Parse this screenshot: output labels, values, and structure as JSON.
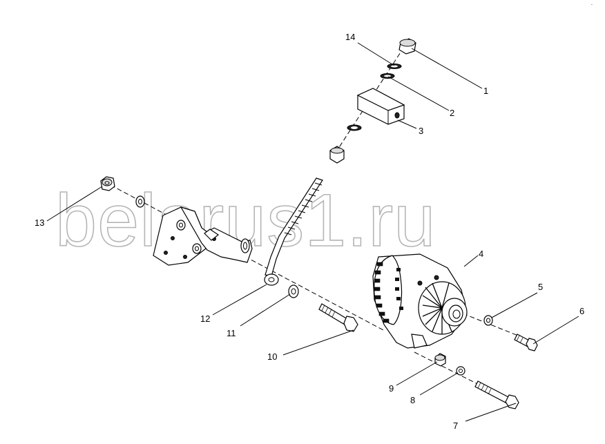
{
  "watermark": {
    "text": "belarus1.ru"
  },
  "corner_mark": "˜ ",
  "callouts": {
    "c1": "1",
    "c2": "2",
    "c3": "3",
    "c4": "4",
    "c5": "5",
    "c6": "6",
    "c7": "7",
    "c8": "8",
    "c9": "9",
    "c10": "10",
    "c11": "11",
    "c12": "12",
    "c13": "13",
    "c14": "14"
  }
}
